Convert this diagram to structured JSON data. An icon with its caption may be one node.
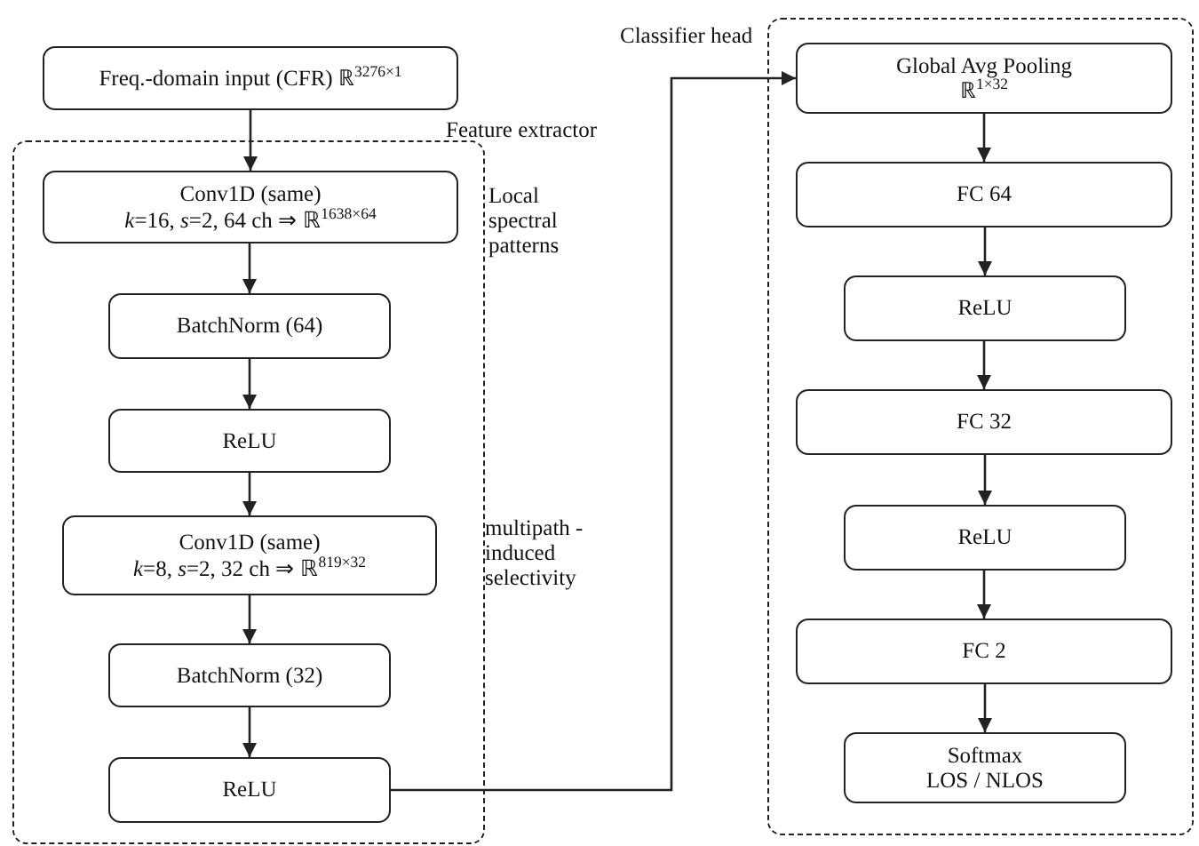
{
  "diagram": {
    "nodes": [
      {
        "text": [
          "Freq.-domain input (CFR) ℝ$^{3276×1}$"
        ]
      },
      {
        "text": [
          "Feature extractor"
        ]
      },
      {
        "text": [
          "Conv1D (same)",
          "*k*=16, *s*=2, 64 ch ⇒ ℝ$^{1638×64}$"
        ],
        "in": 1
      },
      {
        "text": [
          "BatchNorm (64)"
        ],
        "in": 1
      },
      {
        "text": [
          "ReLU"
        ],
        "in": 1
      },
      {
        "text": [
          "Conv1D (same)",
          "*k*=8, *s*=2, 32 ch ⇒ ℝ$^{819×32}$"
        ],
        "in": 1
      },
      {
        "text": [
          "BatchNorm (32)"
        ],
        "in": 1
      },
      {
        "text": [
          "ReLU"
        ],
        "in": 1
      },
      {
        "text": [
          "Classifier head"
        ]
      },
      {
        "text": [
          "Global Avg Pooling",
          "ℝ$^{1×32}$"
        ],
        "in": 8
      },
      {
        "text": [
          "FC 64"
        ],
        "in": 8
      },
      {
        "text": [
          "ReLU"
        ],
        "in": 8
      },
      {
        "text": [
          "FC 32"
        ],
        "in": 8
      },
      {
        "text": [
          "ReLU"
        ],
        "in": 8
      },
      {
        "text": [
          "FC 2"
        ],
        "in": 8
      },
      {
        "text": [
          "Softmax",
          "LOS / NLOS"
        ],
        "in": 8
      }
    ],
    "edges": [
      {
        "from": 0,
        "to": 2,
        "arrow": "to"
      },
      {
        "from": 2,
        "to": 3,
        "arrow": "to"
      },
      {
        "from": 3,
        "to": 4,
        "arrow": "to"
      },
      {
        "from": 4,
        "to": 5,
        "arrow": "to"
      },
      {
        "from": 5,
        "to": 6,
        "arrow": "to"
      },
      {
        "from": 6,
        "to": 7,
        "arrow": "to"
      },
      {
        "from": 7,
        "to": 9,
        "arrow": "to"
      },
      {
        "from": 9,
        "to": 10,
        "arrow": "to"
      },
      {
        "from": 10,
        "to": 11,
        "arrow": "to"
      },
      {
        "from": 11,
        "to": 12,
        "arrow": "to"
      },
      {
        "from": 12,
        "to": 13,
        "arrow": "to"
      },
      {
        "from": 13,
        "to": 14,
        "arrow": "to"
      },
      {
        "from": 14,
        "to": 15,
        "arrow": "to"
      }
    ],
    "labels": [
      "Local spectral patterns",
      "multipath -induced selectivity"
    ]
  }
}
